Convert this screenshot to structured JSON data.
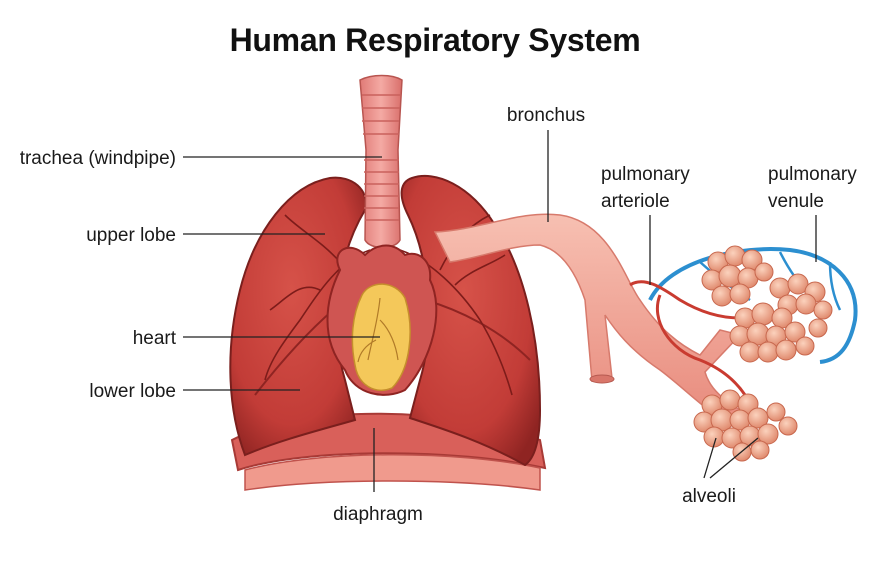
{
  "title": "Human Respiratory System",
  "labels": {
    "trachea": "trachea (windpipe)",
    "upper_lobe": "upper lobe",
    "heart": "heart",
    "lower_lobe": "lower lobe",
    "diaphragm": "diaphragm",
    "bronchus": "bronchus",
    "pulmonary_arteriole_1": "pulmonary",
    "pulmonary_arteriole_2": "arteriole",
    "pulmonary_venule_1": "pulmonary",
    "pulmonary_venule_2": "venule",
    "alveoli": "alveoli"
  },
  "colors": {
    "lung": "#c9423d",
    "lung_dark": "#8f2422",
    "trachea": "#ec8f8a",
    "heart_muscle": "#cf5552",
    "heart_yellow": "#f4c85a",
    "diaphragm": "#d9605a",
    "bronchus": "#f2a293",
    "arteriole": "#c93b30",
    "venule": "#2c8fd0",
    "alveoli": "#f0a58c"
  }
}
